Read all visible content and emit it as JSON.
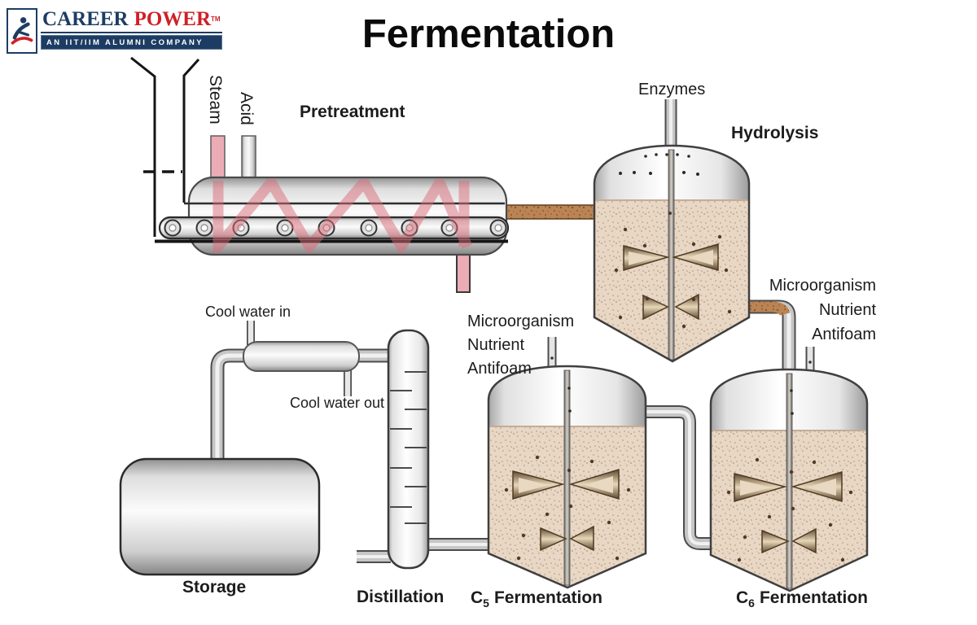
{
  "title": "Fermentation",
  "logo": {
    "brand_primary": "CAREER",
    "brand_secondary": "POWER",
    "trademark": "TM",
    "tagline": "AN IIT/IIM ALUMNI COMPANY",
    "colors": {
      "navy": "#1d3c63",
      "red": "#ce2128"
    }
  },
  "diagram": {
    "labels": {
      "steam": "Steam",
      "acid": "Acid",
      "pretreatment": "Pretreatment",
      "enzymes": "Enzymes",
      "hydrolysis": "Hydrolysis",
      "feed_right": {
        "line1": "Microorganism",
        "line2": "Nutrient",
        "line3": "Antifoam"
      },
      "feed_left": {
        "line1": "Microorganism",
        "line2": "Nutrient",
        "line3": "Antifoam"
      },
      "cool_water_in": "Cool water in",
      "cool_water_out": "Cool water out",
      "storage": "Storage",
      "distillation": "Distillation",
      "c5": {
        "pre": "C",
        "sub": "5",
        "rest": "Fermentation"
      },
      "c6": {
        "pre": "C",
        "sub": "6",
        "rest": "Fermentation"
      }
    },
    "colors": {
      "zigzag_red": "#d96b77",
      "steam_pink": "#ecacb5",
      "liquid_tan": "#e5d2bf",
      "slurry_brown": "#bb8454",
      "pipe_gray": "#c6c6c6",
      "outline": "#404040"
    }
  }
}
